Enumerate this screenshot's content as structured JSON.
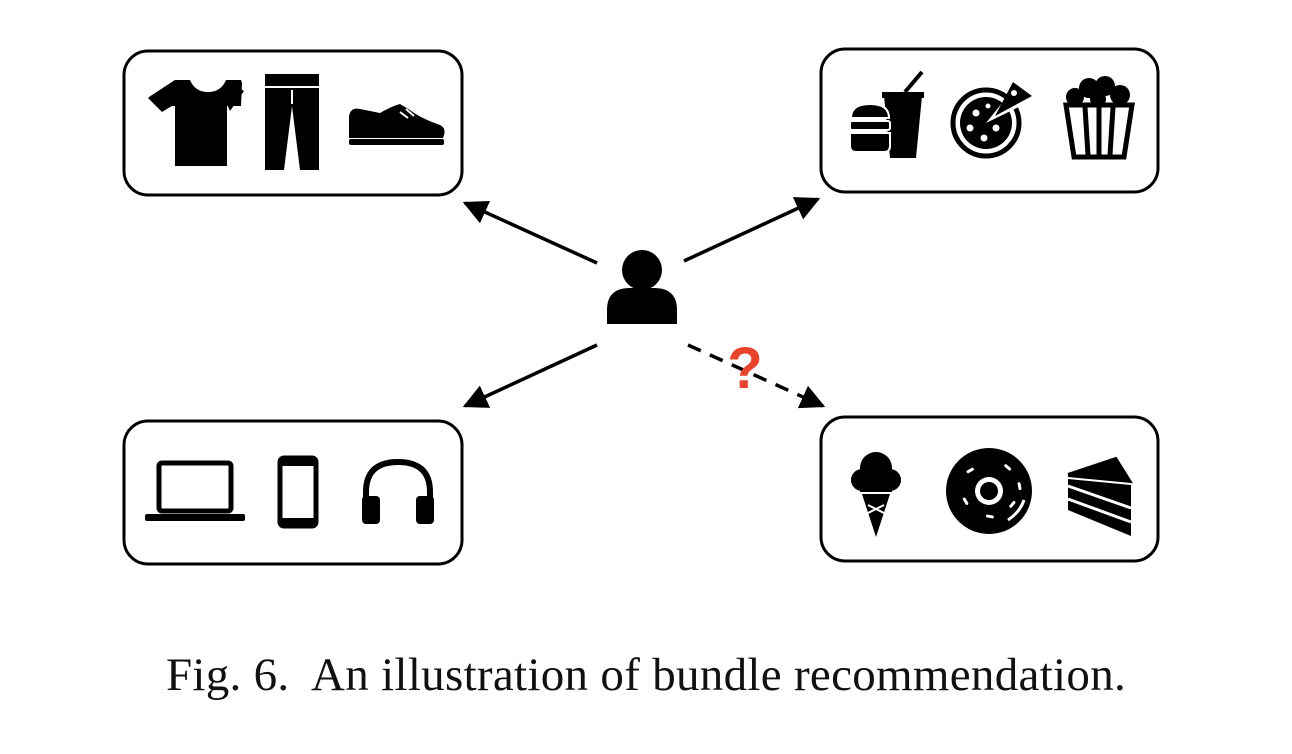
{
  "figure": {
    "question_mark": "?",
    "colors": {
      "ink": "#000000",
      "question": "#e8432c",
      "background": "#ffffff"
    },
    "bundles": [
      {
        "id": "clothing",
        "items": [
          "t-shirt-icon",
          "trousers-icon",
          "shoe-icon"
        ],
        "relation": "observed"
      },
      {
        "id": "fast-food",
        "items": [
          "burger-drink-icon",
          "pizza-icon",
          "popcorn-icon"
        ],
        "relation": "observed"
      },
      {
        "id": "electronics",
        "items": [
          "laptop-icon",
          "smartphone-icon",
          "headphones-icon"
        ],
        "relation": "observed"
      },
      {
        "id": "desserts",
        "items": [
          "ice-cream-icon",
          "donut-icon",
          "cake-icon"
        ],
        "relation": "recommended"
      }
    ],
    "center": "user-icon"
  },
  "caption": {
    "label": "Fig. 6.",
    "text": "An illustration of bundle recommendation."
  }
}
